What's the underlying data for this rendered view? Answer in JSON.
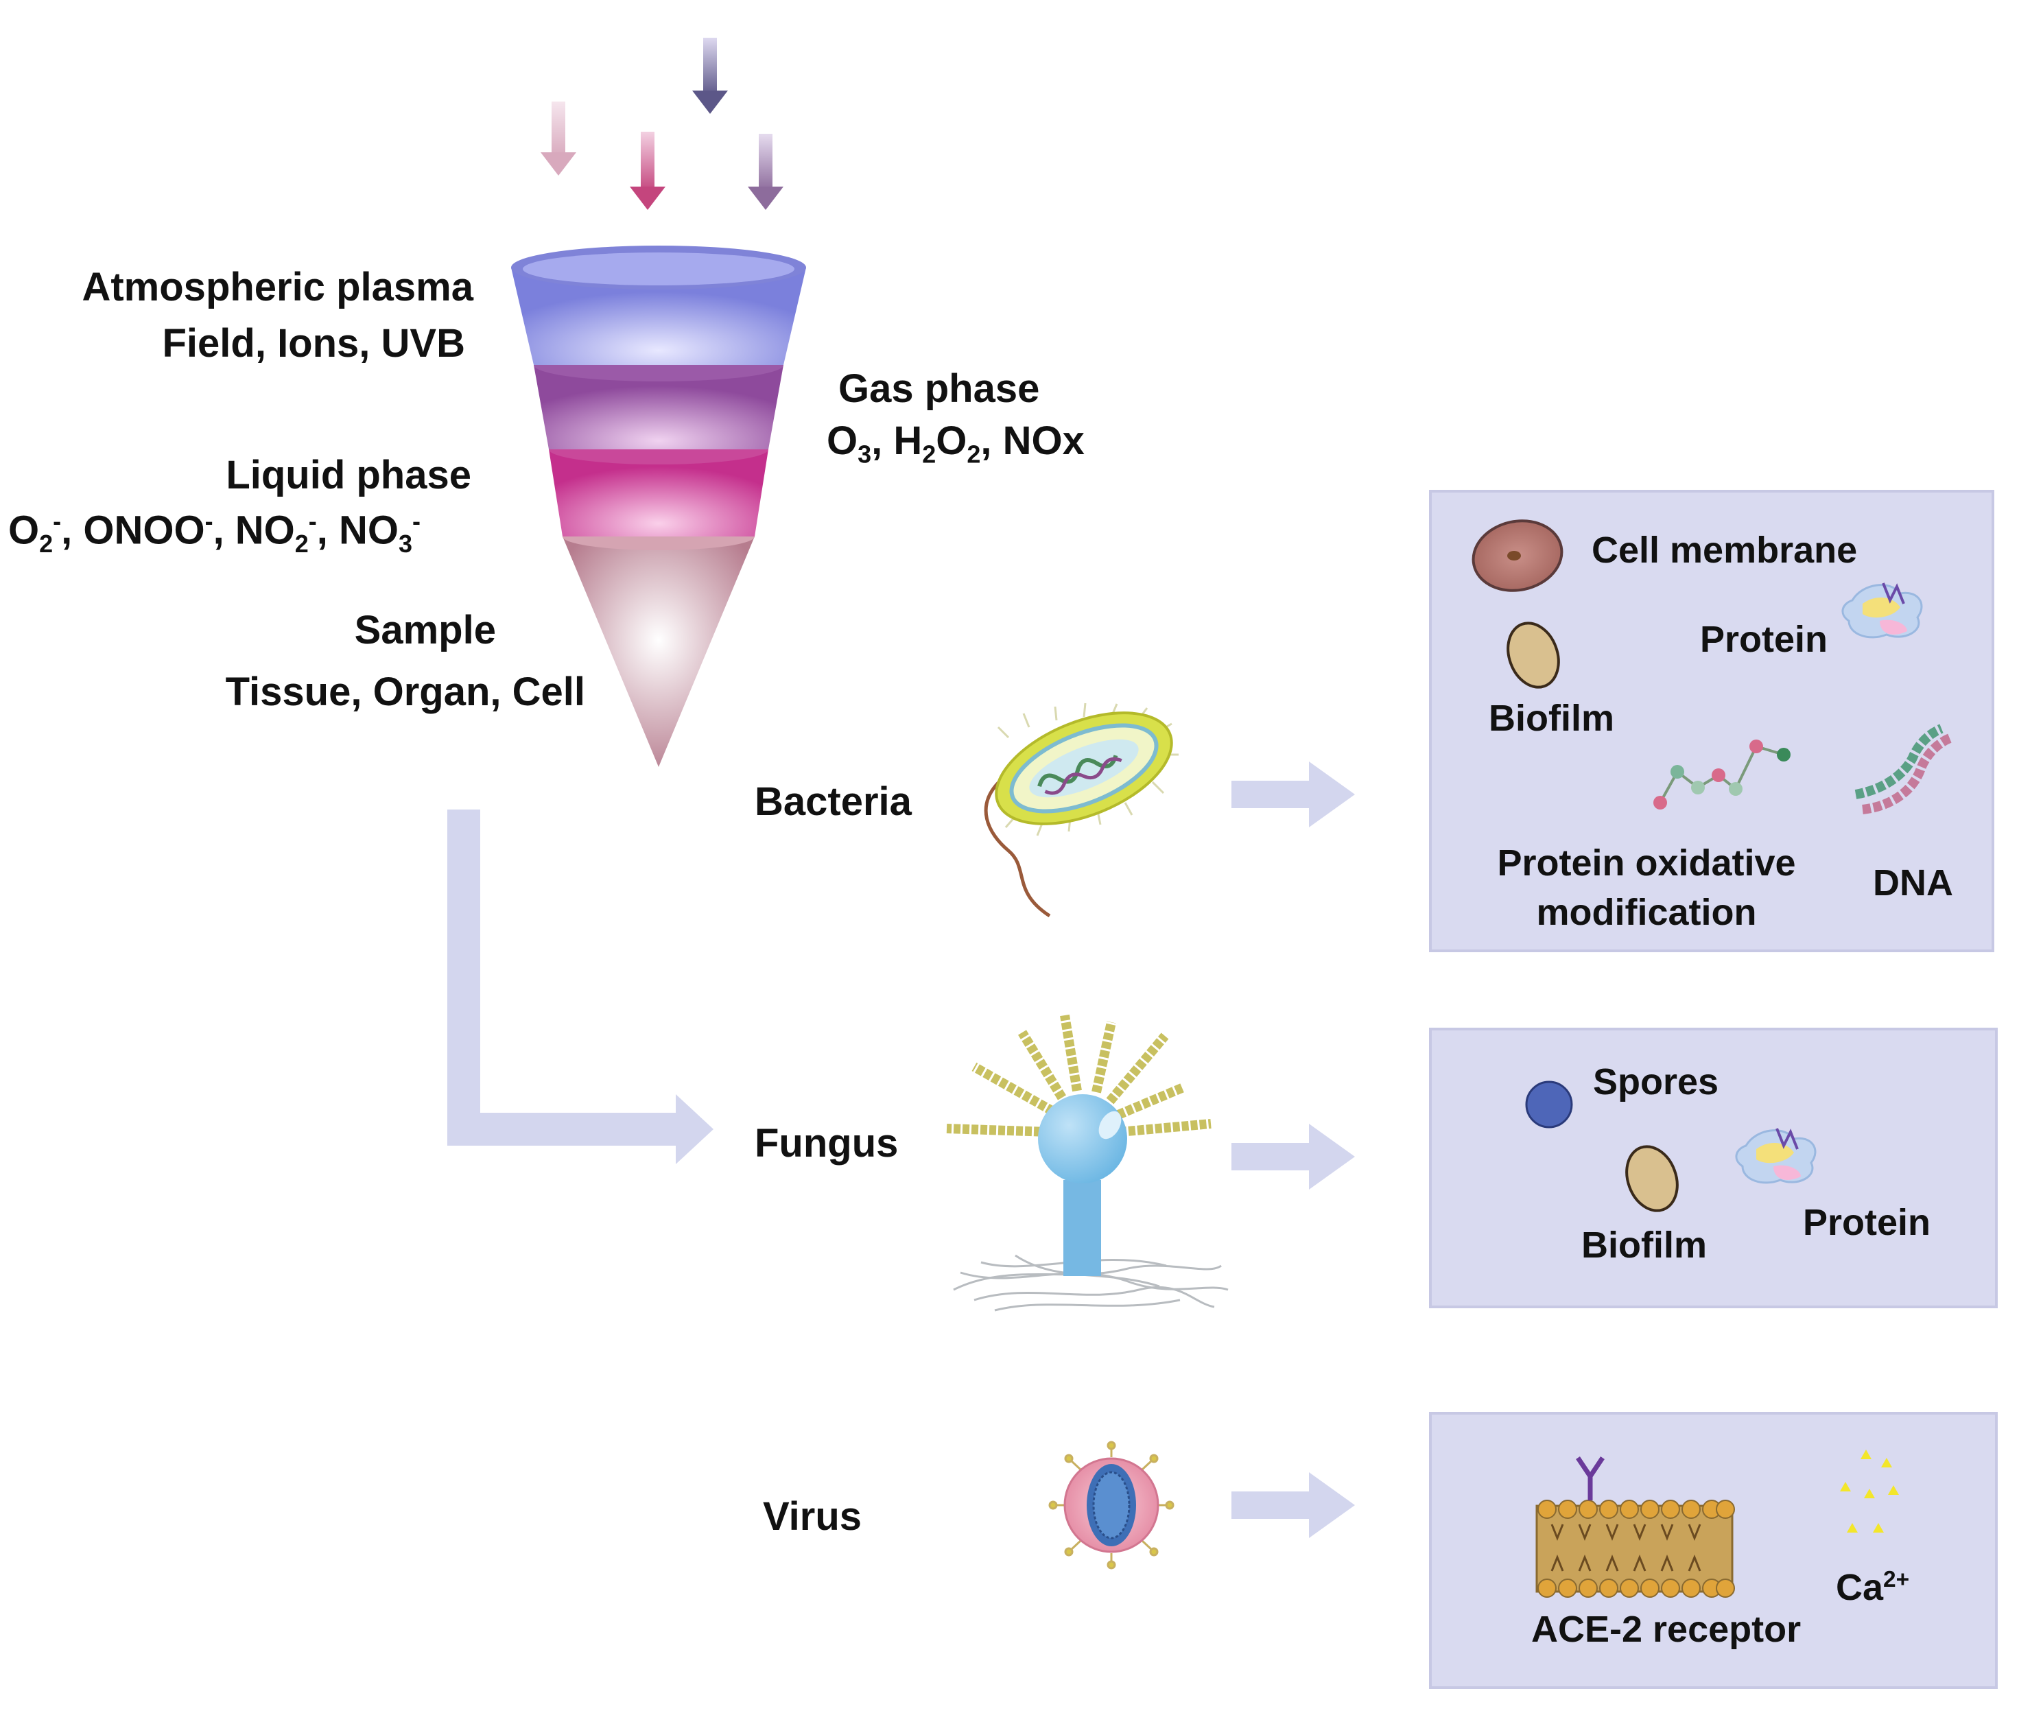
{
  "funnel": {
    "layer1": {
      "title": "Atmospheric plasma",
      "detail": "Field, Ions, UVB"
    },
    "layer2": {
      "title": "Gas phase",
      "detail_parts": [
        "O",
        "3",
        ", H",
        "2",
        "O",
        "2",
        ", NOx"
      ]
    },
    "layer3": {
      "title": "Liquid phase",
      "detail_parts": [
        "O",
        "2",
        "-",
        ", ONOO",
        "-",
        ", NO",
        "2",
        "-",
        ", NO",
        "3",
        "-"
      ]
    },
    "layer4": {
      "title": "Sample",
      "detail": "Tissue, Organ, Cell"
    }
  },
  "organisms": {
    "bacteria": "Bacteria",
    "fungus": "Fungus",
    "virus": "Virus"
  },
  "targets": {
    "bacteria": {
      "cell_membrane": "Cell membrane",
      "protein": "Protein",
      "biofilm": "Biofilm",
      "protein_oxidative": [
        "Protein oxidative",
        "modification"
      ],
      "dna": "DNA"
    },
    "fungus": {
      "spores": "Spores",
      "biofilm": "Biofilm",
      "protein": "Protein"
    },
    "virus": {
      "ace2": "ACE-2 receptor",
      "calcium_base": "Ca",
      "calcium_charge": "2+"
    }
  },
  "colors": {
    "panel_bg": "#d9daf0",
    "panel_border": "#c7c8e4",
    "flow_arrow": "#d3d6ee",
    "funnel_top": "#8a8fe0",
    "funnel_gas": "#a05aa8",
    "funnel_liquid": "#d04a9a",
    "funnel_sample": "#c88a9a"
  }
}
